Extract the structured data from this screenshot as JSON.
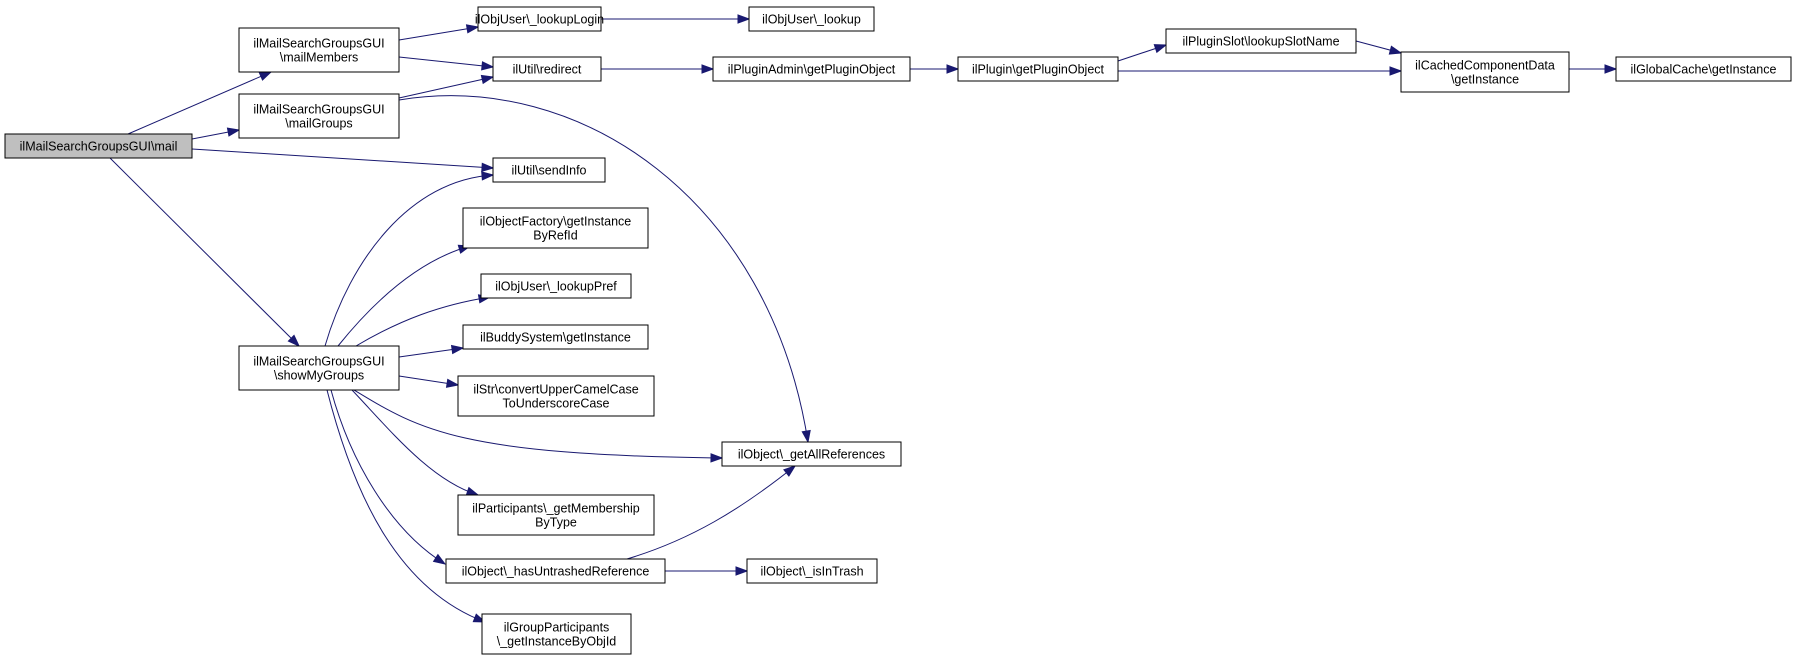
{
  "colors": {
    "edge": "#191970",
    "root_fill": "#bfbfbf",
    "node_fill": "#ffffff",
    "node_stroke": "#000000"
  },
  "nodes": {
    "mail": [
      "ilMailSearchGroupsGUI\\mail"
    ],
    "mailMembers": [
      "ilMailSearchGroupsGUI",
      "\\mailMembers"
    ],
    "mailGroups": [
      "ilMailSearchGroupsGUI",
      "\\mailGroups"
    ],
    "showMyGroups": [
      "ilMailSearchGroupsGUI",
      "\\showMyGroups"
    ],
    "lookupLogin": [
      "ilObjUser\\_lookupLogin"
    ],
    "lookup": [
      "ilObjUser\\_lookup"
    ],
    "redirect": [
      "ilUtil\\redirect"
    ],
    "getPluginObjectAdmin": [
      "ilPluginAdmin\\getPluginObject"
    ],
    "getPluginObject": [
      "ilPlugin\\getPluginObject"
    ],
    "lookupSlotName": [
      "ilPluginSlot\\lookupSlotName"
    ],
    "cachedGetInstance": [
      "ilCachedComponentData",
      "\\getInstance"
    ],
    "globalCacheGetInstance": [
      "ilGlobalCache\\getInstance"
    ],
    "sendInfo": [
      "ilUtil\\sendInfo"
    ],
    "getInstanceByRefId": [
      "ilObjectFactory\\getInstance",
      "ByRefId"
    ],
    "lookupPref": [
      "ilObjUser\\_lookupPref"
    ],
    "buddyGetInstance": [
      "ilBuddySystem\\getInstance"
    ],
    "convertCase": [
      "ilStr\\convertUpperCamelCase",
      "ToUnderscoreCase"
    ],
    "getAllReferences": [
      "ilObject\\_getAllReferences"
    ],
    "getMembershipByType": [
      "ilParticipants\\_getMembership",
      "ByType"
    ],
    "hasUntrashedReference": [
      "ilObject\\_hasUntrashedReference"
    ],
    "isInTrash": [
      "ilObject\\_isInTrash"
    ],
    "groupParticipants": [
      "ilGroupParticipants",
      "\\_getInstanceByObjId"
    ]
  }
}
